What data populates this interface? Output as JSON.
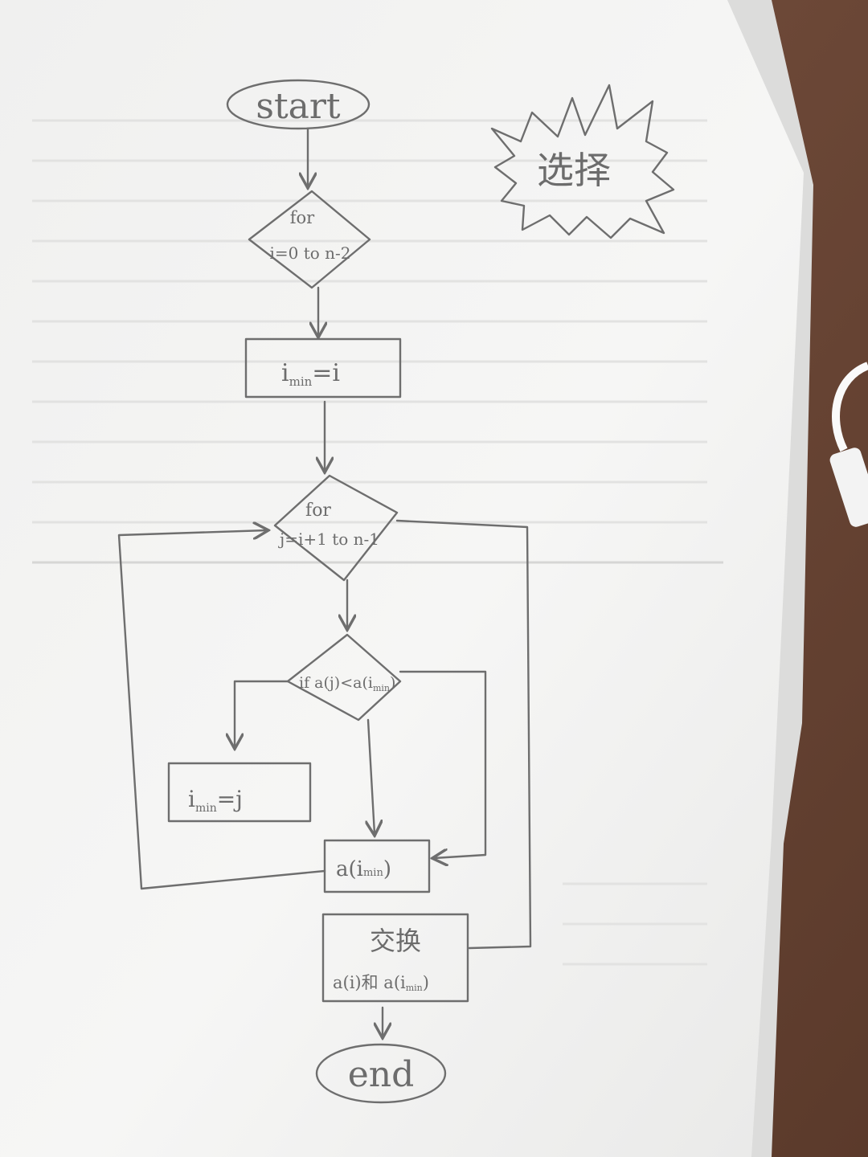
{
  "flowchart": {
    "start": "start",
    "outer_loop": {
      "line1": "for",
      "line2": "i=0 to n-2"
    },
    "init_min": {
      "var": "i",
      "sub": "min",
      "rest": "=i"
    },
    "inner_loop": {
      "line1": "for",
      "line2": "j=i+1 to n-1"
    },
    "condition": {
      "text": "if a(j)<a(",
      "var": "i",
      "sub": "min",
      "close": ")"
    },
    "update_min": {
      "var": "i",
      "sub": "min",
      "rest": "=j"
    },
    "min_value": {
      "text": "a(",
      "var": "i",
      "sub": "min",
      "close": ")"
    },
    "swap": {
      "line1": "交换",
      "line2a": "a(i)和 a(",
      "var": "i",
      "sub": "min",
      "close": ")"
    },
    "end": "end",
    "title_burst": "选择"
  },
  "colors": {
    "table": "#6f4a38",
    "paper": "#f4f4f3",
    "pencil": "#6e6e6e"
  },
  "decor": {
    "cable": "white-cable"
  }
}
